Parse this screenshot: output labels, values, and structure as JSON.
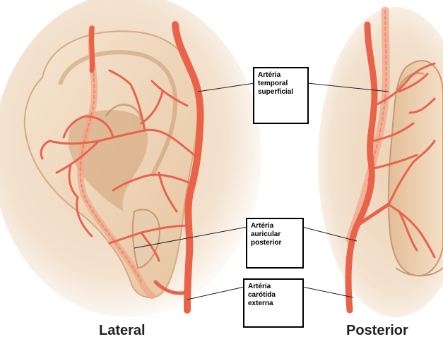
{
  "labels": {
    "superficial_temporal": "Artéria temporal superficial",
    "posterior_auricular": "Artéria auricular posterior",
    "external_carotid": "Artéria carótida externa"
  },
  "captions": {
    "lateral": "Lateral",
    "posterior": "Posterior"
  },
  "colors": {
    "artery": "#e8634a",
    "artery_faded": "#f2a58a",
    "skin": "#f2dcc2",
    "skin_shadow": "#d9b08a",
    "background_glow": "#f0d8c0",
    "leader_line": "#222222"
  }
}
